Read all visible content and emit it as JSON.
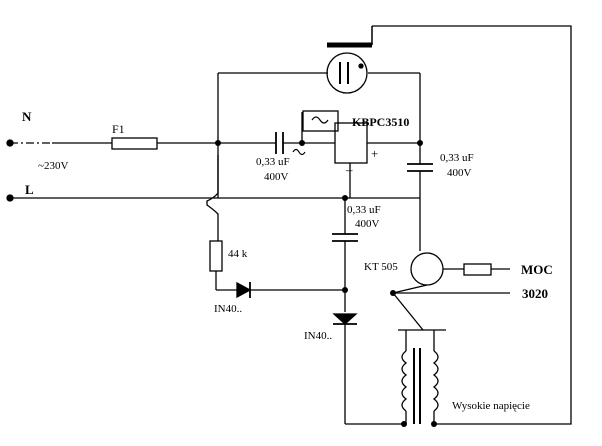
{
  "labels": {
    "n": "N",
    "l": "L",
    "voltage": "~230V",
    "fuse": "F1",
    "bridge": "KBPC3510",
    "bridge_ac_top": "~",
    "bridge_ac_left": "~",
    "bridge_plus": "+",
    "bridge_minus": "–",
    "cap1_value": "0,33 uF",
    "cap1_voltage": "400V",
    "cap2_value": "0,33 uF",
    "cap2_voltage": "400V",
    "cap3_value": "0,33 uF",
    "cap3_voltage": "400V",
    "resistor": "44 k",
    "diode1": "IN40..",
    "diode2": "IN40..",
    "transistor": "KT 505",
    "moc_line1": "MOC",
    "moc_line2": "3020",
    "hv": "Wysokie napięcie"
  }
}
